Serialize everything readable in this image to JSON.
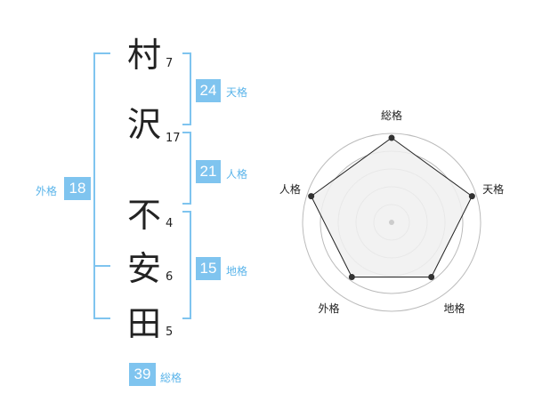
{
  "name": {
    "characters": [
      {
        "char": "村",
        "strokes": "7"
      },
      {
        "char": "沢",
        "strokes": "17"
      },
      {
        "char": "不",
        "strokes": "4"
      },
      {
        "char": "安",
        "strokes": "6"
      },
      {
        "char": "田",
        "strokes": "5"
      }
    ]
  },
  "fortunes": {
    "tenkaku": {
      "value": "24",
      "label": "天格"
    },
    "jinkaku": {
      "value": "21",
      "label": "人格"
    },
    "chikaku": {
      "value": "15",
      "label": "地格"
    },
    "gaikaku": {
      "value": "18",
      "label": "外格"
    },
    "soukaku": {
      "value": "39",
      "label": "総格"
    }
  },
  "colors": {
    "accent": "#7fc4ef",
    "label": "#5ab4ea",
    "grid": "#bbbbbb",
    "polygon_fill": "#f0f0f0",
    "polygon_stroke": "#222222"
  },
  "chart_data": {
    "type": "radar",
    "axes": [
      "総格",
      "天格",
      "地格",
      "外格",
      "人格"
    ],
    "values": [
      5,
      5,
      4,
      4,
      5
    ],
    "max": 5,
    "rings": 5
  }
}
